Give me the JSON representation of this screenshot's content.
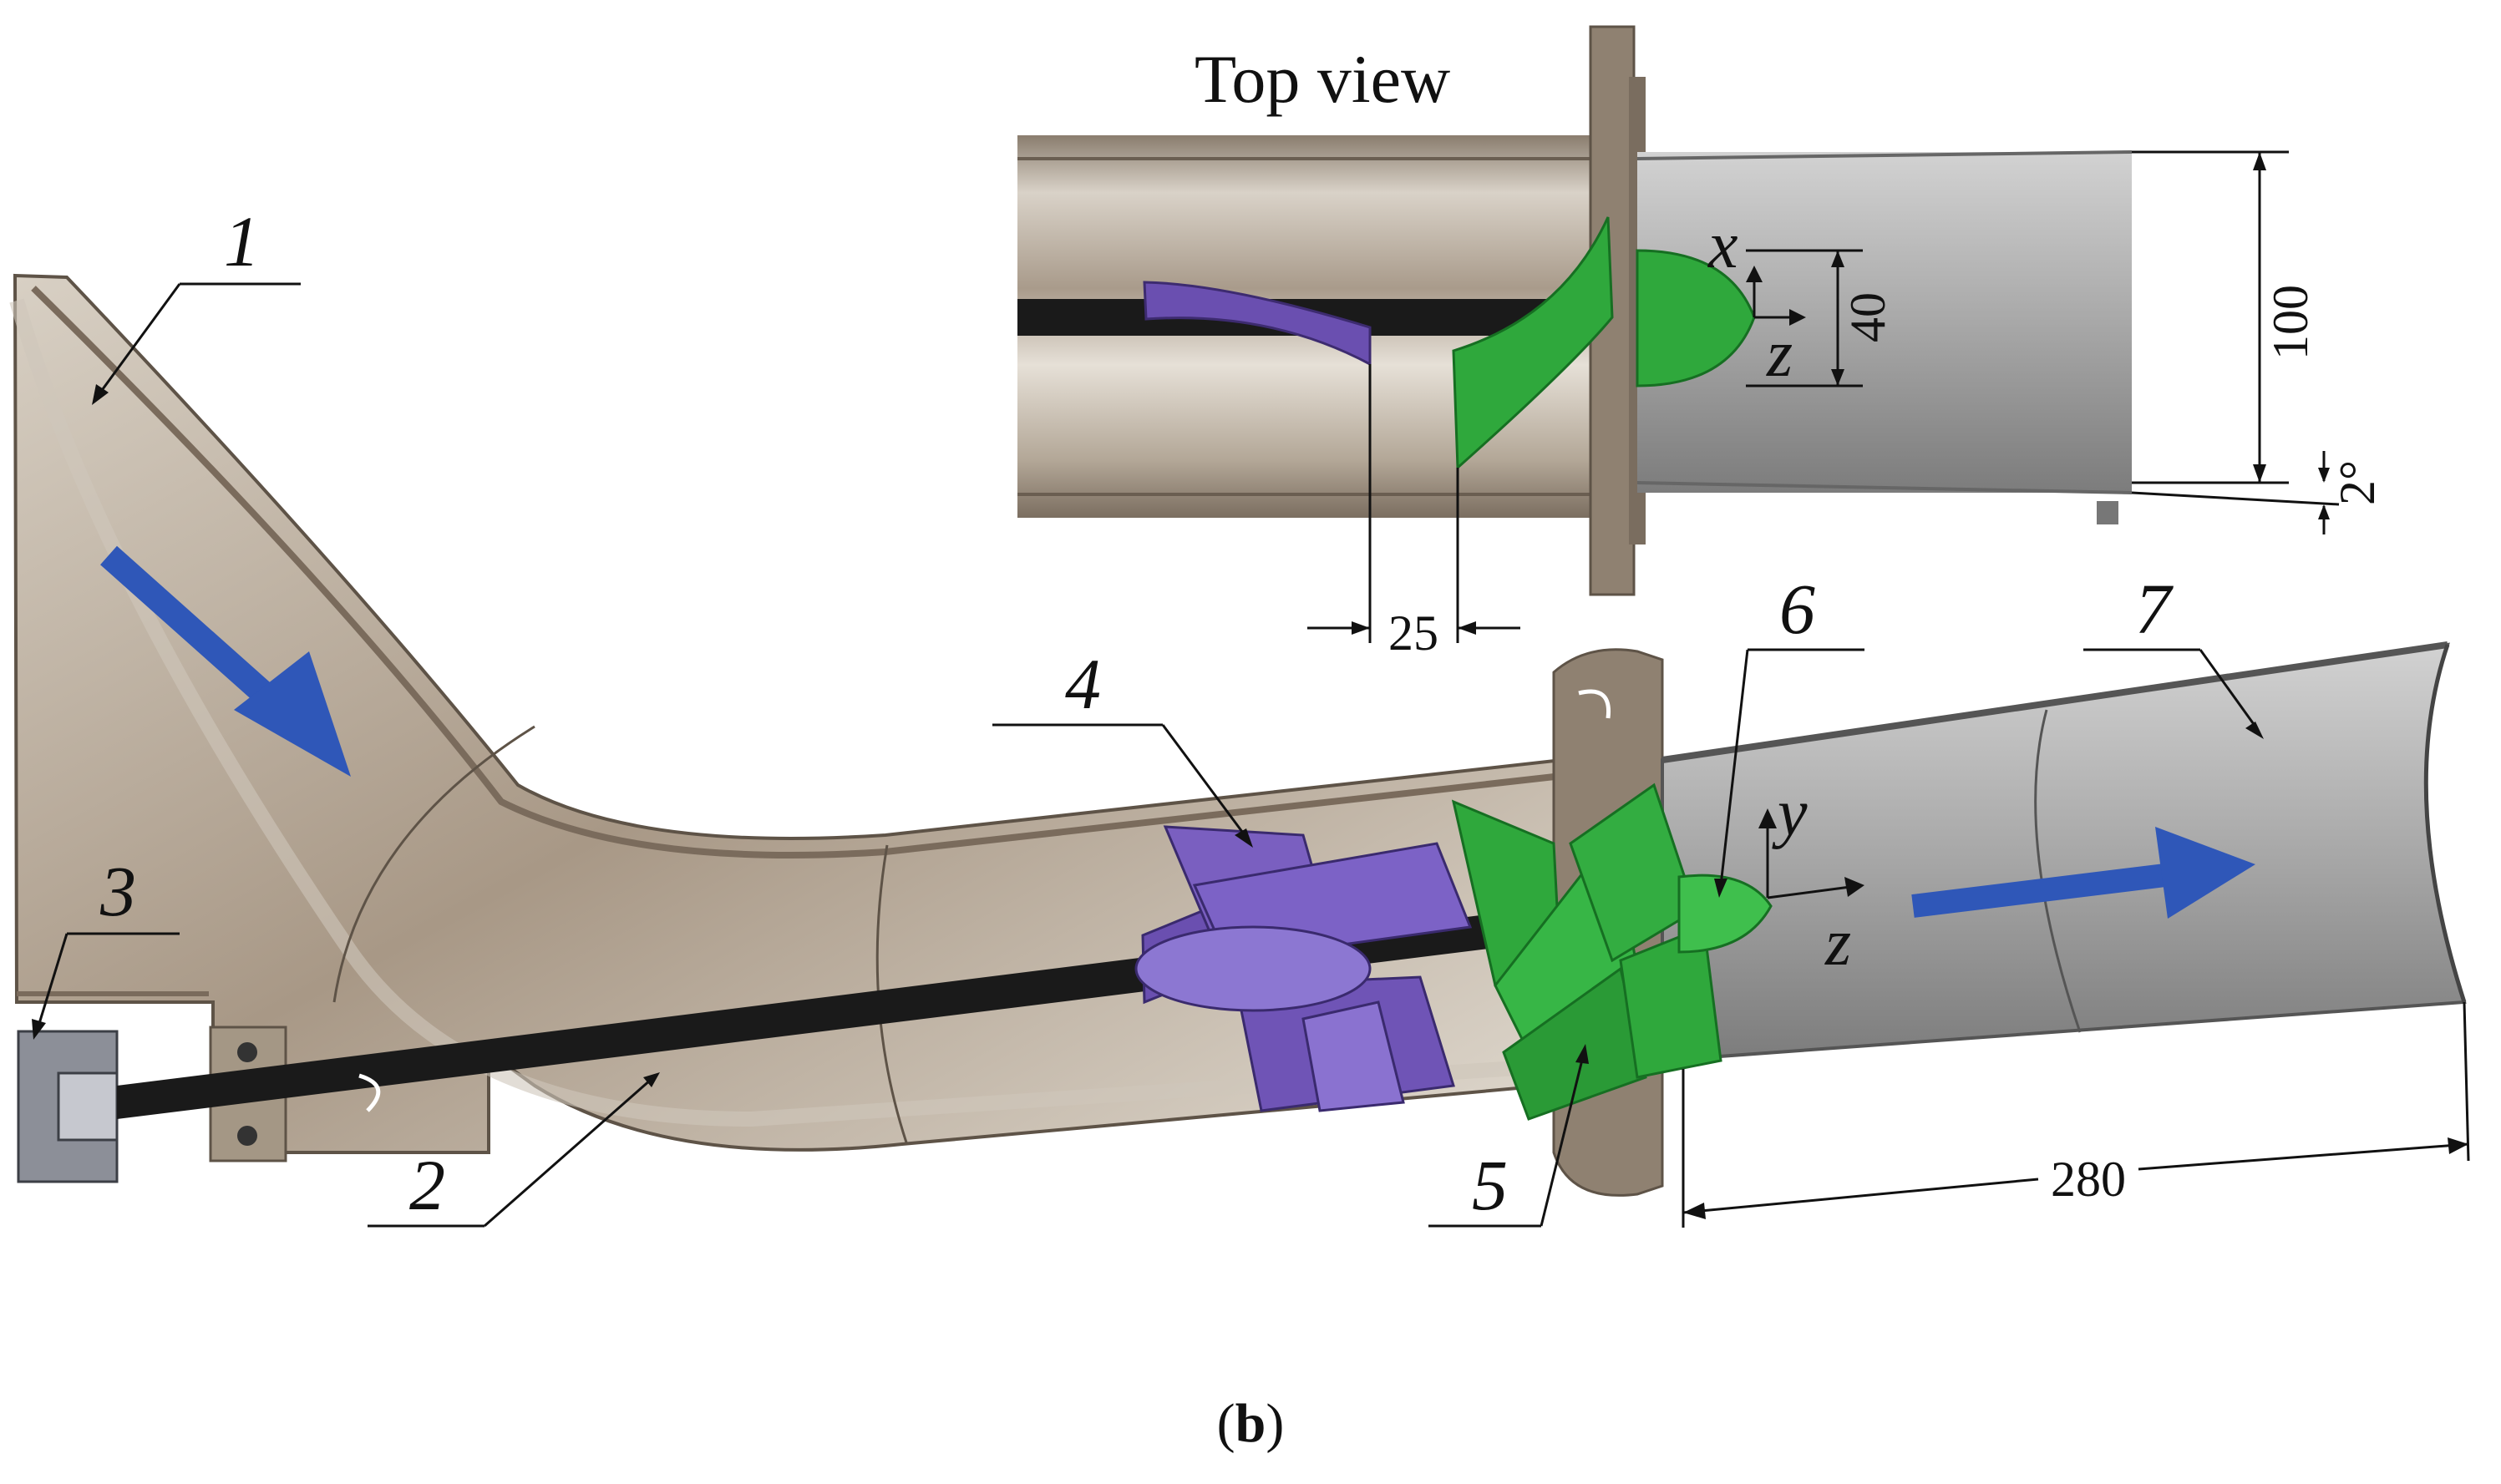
{
  "inset": {
    "title": "Top view"
  },
  "labels": {
    "part1": "1",
    "part2": "2",
    "part3": "3",
    "part4": "4",
    "part5": "5",
    "part6": "6",
    "part7": "7"
  },
  "axes": {
    "inset_x": "x",
    "inset_z": "z",
    "main_y": "y",
    "main_z": "z"
  },
  "dimensions": {
    "d25": "25",
    "d40": "40",
    "d100": "100",
    "d2deg": "2°",
    "d280": "280"
  },
  "caption": {
    "paren_open": "(",
    "letter": "b",
    "paren_close": ")"
  },
  "colors": {
    "pipe_metal": "#9a8c7c",
    "pipe_shell": "#8a7866",
    "diffuser_grey": "#a7a7a7",
    "shaft": "#1a1a1a",
    "rotor_purple": "#6a4fb0",
    "rotor_green": "#2fa83c",
    "flow_arrow": "#2f57b8"
  }
}
